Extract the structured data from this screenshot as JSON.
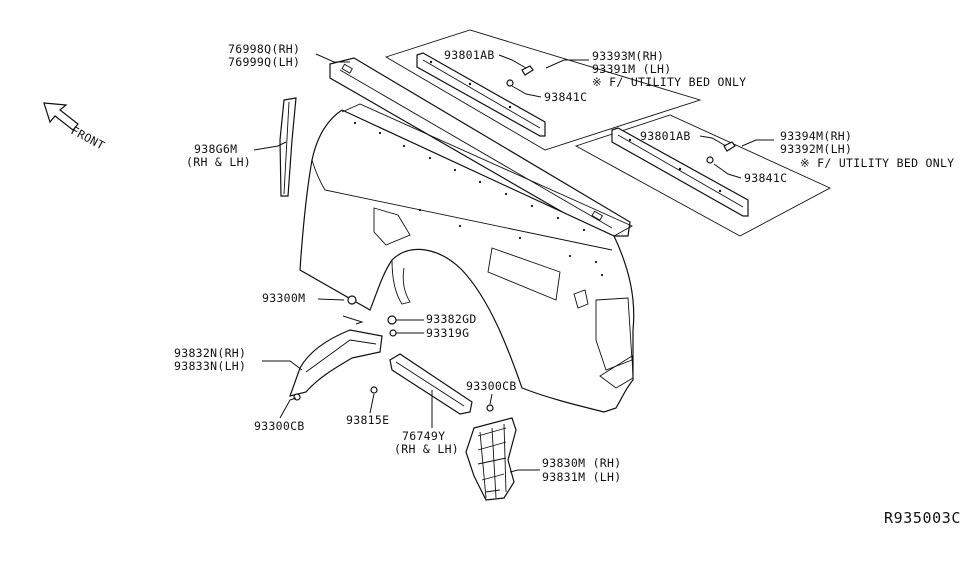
{
  "diagram_id": "R935003C",
  "front_label": "FRONT",
  "labels": {
    "p76998q": "76998Q(RH)",
    "p76999q": "76999Q(LH)",
    "p93866m": "938G6M",
    "p93866m_side": "(RH & LH)",
    "p93801ab_a": "93801AB",
    "p93393m": "93393M(RH)",
    "p93391m": "93391M (LH)",
    "utility_a": "※ F/ UTILITY BED ONLY",
    "p93841c_a": "93841C",
    "p93801ab_b": "93801AB",
    "p93394m": "93394M(RH)",
    "p93392m": "93392M(LH)",
    "utility_b": "※ F/ UTILITY BED ONLY",
    "p93841c_b": "93841C",
    "p93300m": "93300M",
    "p93382gd": "93382GD",
    "p93319g": "93319G",
    "p93832n": "93832N(RH)",
    "p93833n": "93833N(LH)",
    "p93300cb_a": "93300CB",
    "p93815e": "93815E",
    "p76749y": "76749Y",
    "p76749y_side": "(RH & LH)",
    "p93300cb_b": "93300CB",
    "p93830m": "93830M (RH)",
    "p93831m": "93831M (LH)"
  }
}
